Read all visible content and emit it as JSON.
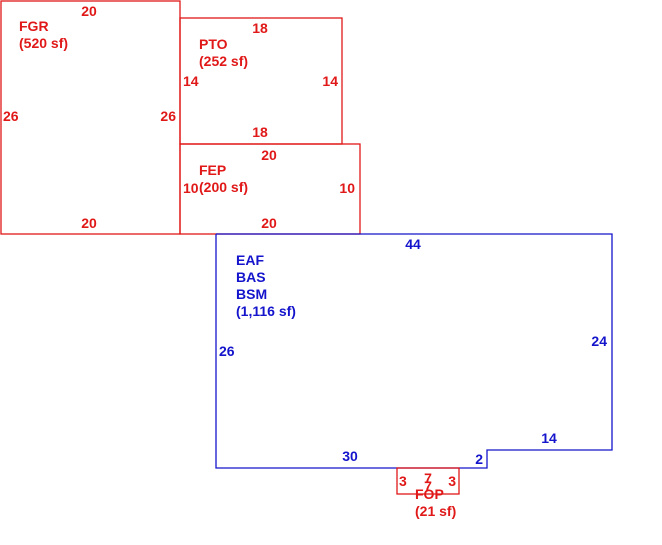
{
  "colors": {
    "red": "#e01818",
    "blue": "#1414cc",
    "background": "#ffffff"
  },
  "areas": {
    "fgr": {
      "code": "FGR",
      "area": "(520 sf)",
      "dims": {
        "top": "20",
        "bottom": "20",
        "left": "26",
        "right": "26"
      }
    },
    "pto": {
      "code": "PTO",
      "area": "(252 sf)",
      "dims": {
        "top": "18",
        "bottom": "18",
        "left": "14",
        "right": "14"
      }
    },
    "fep": {
      "code": "FEP",
      "area": "(200 sf)",
      "dims": {
        "top": "20",
        "bottom": "20",
        "left": "10",
        "right": "10"
      }
    },
    "main": {
      "code1": "EAF",
      "code2": "BAS",
      "code3": "BSM",
      "area": "(1,116 sf)",
      "dims": {
        "top": "44",
        "right": "24",
        "left": "26",
        "bottom": "30",
        "step_horizontal": "14",
        "step_vertical": "2"
      }
    },
    "fop": {
      "code": "FOP",
      "area": "(21 sf)",
      "dims": {
        "top": "7",
        "left": "3",
        "right": "3",
        "bottom": "7"
      }
    }
  }
}
